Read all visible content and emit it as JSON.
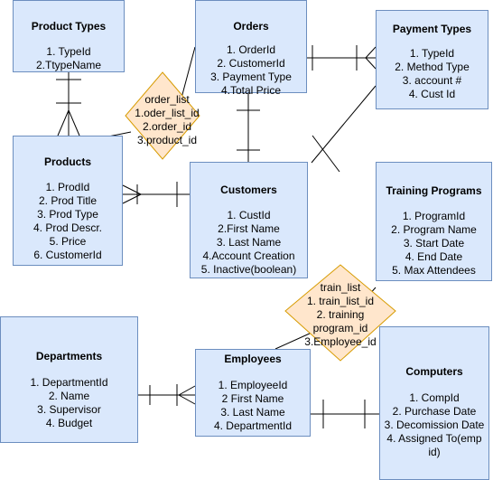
{
  "entities": {
    "product_types": {
      "title": "Product Types",
      "attrs": [
        "1. TypeId",
        "2.TtypeName"
      ]
    },
    "orders": {
      "title": "Orders",
      "attrs": [
        "1. OrderId",
        "2. CustomerId",
        "3. Payment Type",
        "4.Total Price"
      ]
    },
    "payment_types": {
      "title": "Payment Types",
      "attrs": [
        "1. TypeId",
        "2. Method Type",
        "3. account #",
        "4. Cust Id"
      ]
    },
    "products": {
      "title": "Products",
      "attrs": [
        "1. ProdId",
        "2. Prod Title",
        "3. Prod Type",
        "4. Prod Descr.",
        "5. Price",
        "6. CustomerId"
      ]
    },
    "customers": {
      "title": "Customers",
      "attrs": [
        "1. CustId",
        "2.First Name",
        "3. Last Name",
        "4.Account Creation",
        "5. Inactive(boolean)"
      ]
    },
    "training_programs": {
      "title": "Training Programs",
      "attrs": [
        "1. ProgramId",
        "2. Program Name",
        "3. Start Date",
        "4. End Date",
        "5. Max Attendees"
      ]
    },
    "departments": {
      "title": "Departments",
      "attrs": [
        "1. DepartmentId",
        "2. Name",
        "3. Supervisor",
        "4. Budget"
      ]
    },
    "employees": {
      "title": "Employees",
      "attrs": [
        "1. EmployeeId",
        "2 First Name",
        "3. Last Name",
        "4. DepartmentId"
      ]
    },
    "computers": {
      "title": "Computers",
      "attrs": [
        "1. CompId",
        "2. Purchase Date",
        "3. Decomission Date",
        "4. Assigned To(emp",
        "id)"
      ]
    }
  },
  "relations": {
    "order_list": {
      "lines": [
        "order_list",
        "1.oder_list_id",
        "2.order_id",
        "3.product_id"
      ]
    },
    "train_list": {
      "lines": [
        "train_list",
        "1. train_list_id",
        "2. training",
        "program_id",
        "3.Employee_id"
      ]
    }
  },
  "colors": {
    "entity_fill": "#dae8fc",
    "entity_stroke": "#6c8ebf",
    "relation_fill": "#ffe6cc",
    "relation_stroke": "#d79b00",
    "line": "#000000"
  }
}
